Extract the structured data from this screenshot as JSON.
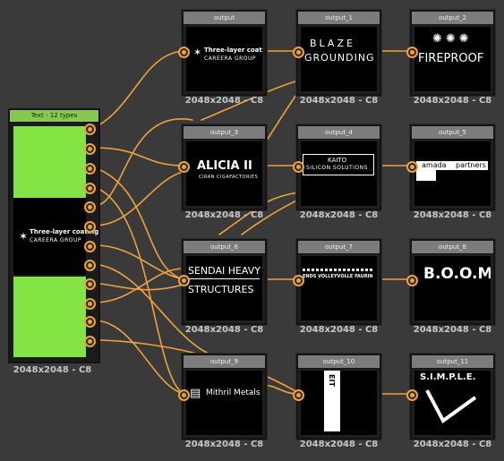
{
  "source_node": {
    "title": "Text - 12 types",
    "resolution": "2048x2048 - C8",
    "thumb_text": "Three-layer coating",
    "thumb_sub": "CAREERA GROUP"
  },
  "outputs": [
    {
      "title": "output",
      "resolution": "2048x2048 - C8",
      "thumb_text": "Three-layer coating",
      "thumb_sub": "CAREERA GROUP"
    },
    {
      "title": "output_1",
      "resolution": "2048x2048 - C8",
      "thumb_text": "BLAZE",
      "thumb_sub": "GROUNDING"
    },
    {
      "title": "output_2",
      "resolution": "2048x2048 - C8",
      "thumb_text": "FIREPROOF",
      "thumb_sub": ""
    },
    {
      "title": "output_3",
      "resolution": "2048x2048 - C8",
      "thumb_text": "ALICIA II",
      "thumb_sub": "CIRAN CIGAFACTORIES"
    },
    {
      "title": "output_4",
      "resolution": "2048x2048 - C8",
      "thumb_text": "KAITO",
      "thumb_sub": "SILICON SOLUTIONS"
    },
    {
      "title": "output_5",
      "resolution": "2048x2048 - C8",
      "thumb_text": "amada",
      "thumb_sub": "partners"
    },
    {
      "title": "output_6",
      "resolution": "2048x2048 - C8",
      "thumb_text": "SENDAI HEAVY",
      "thumb_sub": "STRUCTURES"
    },
    {
      "title": "output_7",
      "resolution": "2048x2048 - C8",
      "thumb_text": "ENDS VOLLEYVOLLE FAURIN",
      "thumb_sub": ""
    },
    {
      "title": "output_8",
      "resolution": "2048x2048 - C8",
      "thumb_text": "B.O.O.M",
      "thumb_sub": ""
    },
    {
      "title": "output_9",
      "resolution": "2048x2048 - C8",
      "thumb_text": "Mithril Metals",
      "thumb_sub": ""
    },
    {
      "title": "output_10",
      "resolution": "2048x2048 - C8",
      "thumb_text": "EIT",
      "thumb_sub": ""
    },
    {
      "title": "output_11",
      "resolution": "2048x2048 - C8",
      "thumb_text": "S.I.M.P.L.E.",
      "thumb_sub": ""
    }
  ],
  "colors": {
    "wire": "#f0a23a",
    "node_title": "#7c7c7c",
    "source_title": "#86c94e",
    "green": "#83e444",
    "canvas": "#3a3a3a"
  }
}
